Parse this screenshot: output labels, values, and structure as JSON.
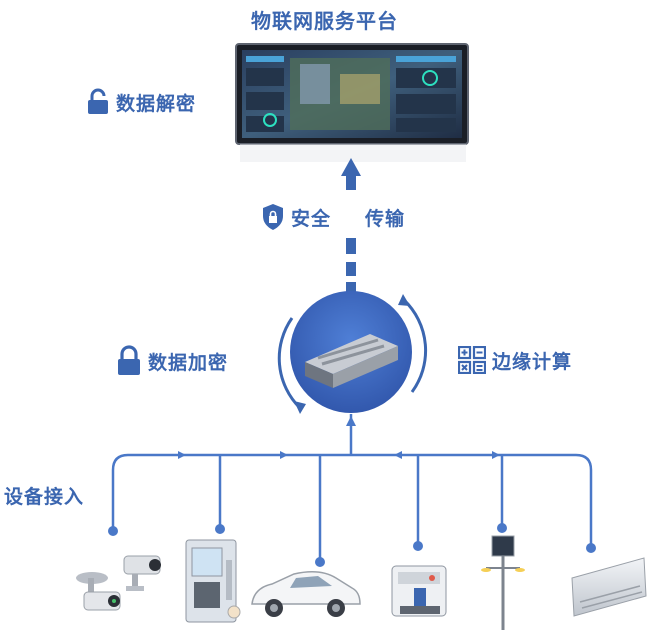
{
  "title": "物联网服务平台",
  "labels": {
    "decrypt": "数据解密",
    "secure_transfer_1": "安全",
    "secure_transfer_2": "传输",
    "encrypt": "数据加密",
    "edge_compute": "边缘计算",
    "device_access": "设备接入"
  },
  "colors": {
    "accent": "#3b66b0",
    "line": "#4a78c8",
    "node": "#3c68c4"
  },
  "icons": {
    "decrypt": "unlock-icon",
    "secure": "shield-lock-icon",
    "encrypt": "lock-icon",
    "edge": "calculator-icon"
  },
  "devices": [
    "security-cameras",
    "vending-kiosk",
    "car",
    "coffee-machine",
    "solar-street-light",
    "air-conditioner"
  ]
}
